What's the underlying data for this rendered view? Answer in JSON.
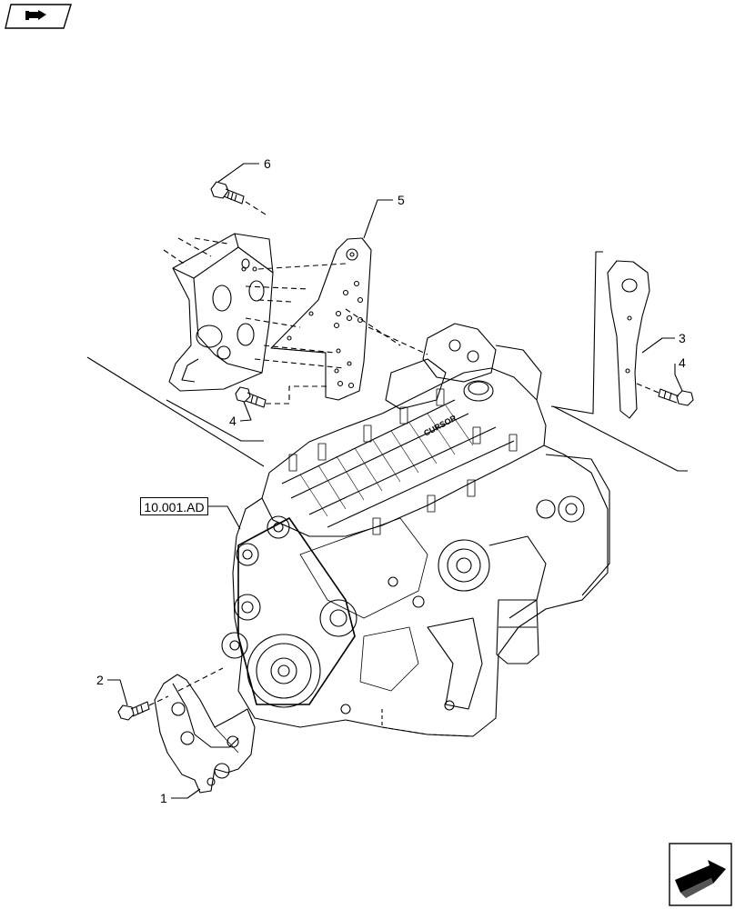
{
  "diagram": {
    "reference_link": "10.001.AD",
    "callouts": [
      {
        "id": "1",
        "label": "1"
      },
      {
        "id": "2",
        "label": "2"
      },
      {
        "id": "3",
        "label": "3"
      },
      {
        "id": "4a",
        "label": "4"
      },
      {
        "id": "4b",
        "label": "4"
      },
      {
        "id": "5",
        "label": "5"
      },
      {
        "id": "6",
        "label": "6"
      }
    ],
    "engine_brand": "CURSOR"
  },
  "nav": {
    "top_icon": "hand-pointer-icon",
    "bottom_icon": "next-page-arrow-icon"
  }
}
